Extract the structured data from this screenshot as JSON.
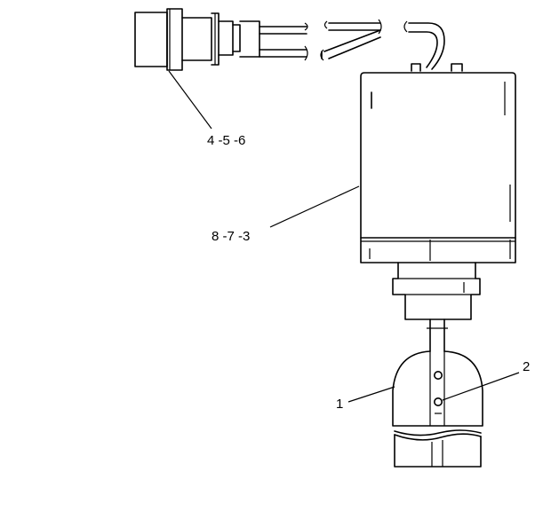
{
  "callouts": {
    "connector": "4 -5 -6",
    "solenoid": "8 -7 -3",
    "tip": "1",
    "hole": "2"
  }
}
